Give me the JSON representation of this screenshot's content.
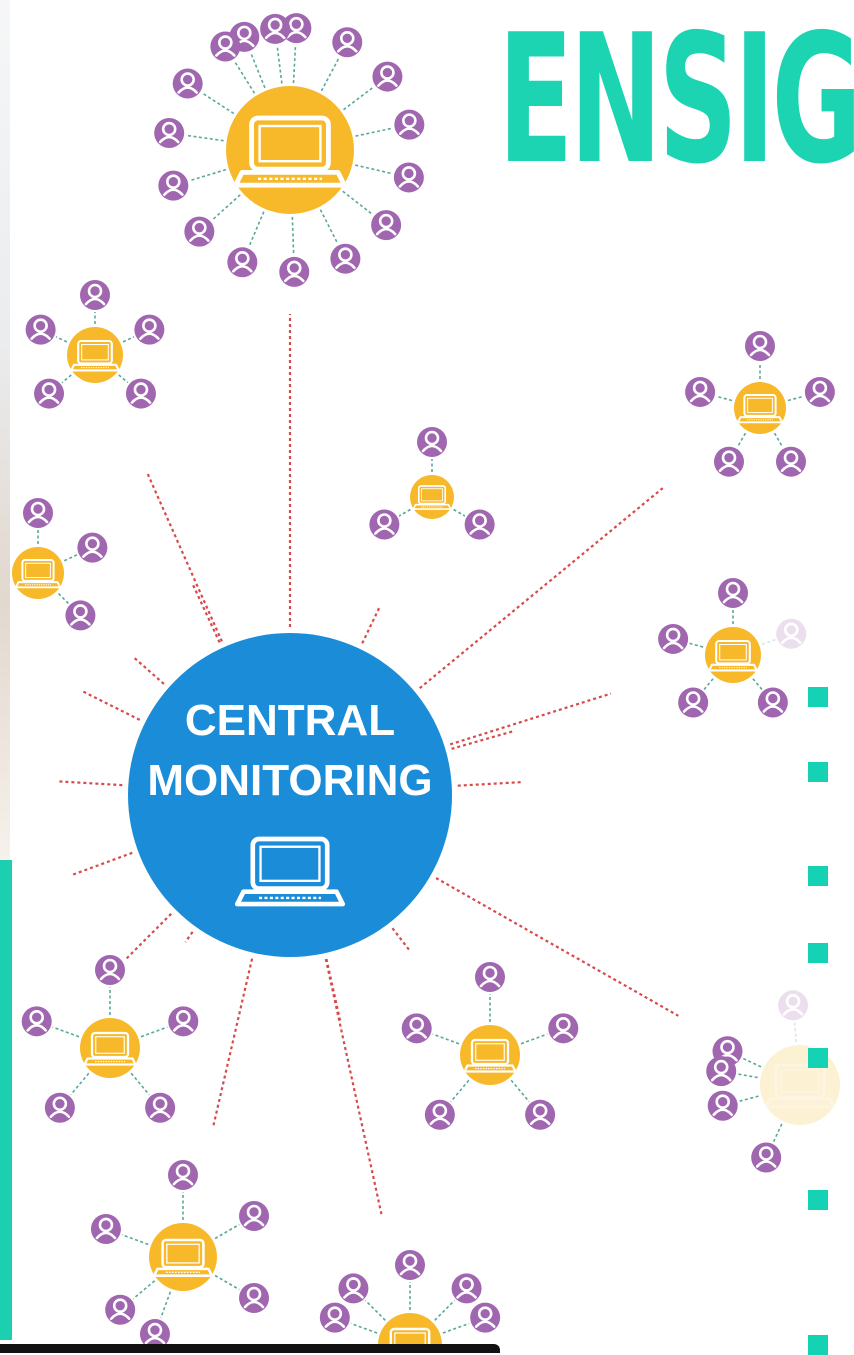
{
  "brand": {
    "title": "ENSIG",
    "color": "#1cd3b2"
  },
  "hub": {
    "line1": "CENTRAL",
    "line2": "MONITORING",
    "icon": "laptop-icon",
    "color": "#1a8cd8"
  },
  "colors": {
    "node": "#f7b92a",
    "user": "#a066b0",
    "link": "#d84a4a",
    "spoke": "#5aa89a",
    "bullet": "#16d2b4"
  },
  "legend": {
    "bullet_count": 7
  }
}
